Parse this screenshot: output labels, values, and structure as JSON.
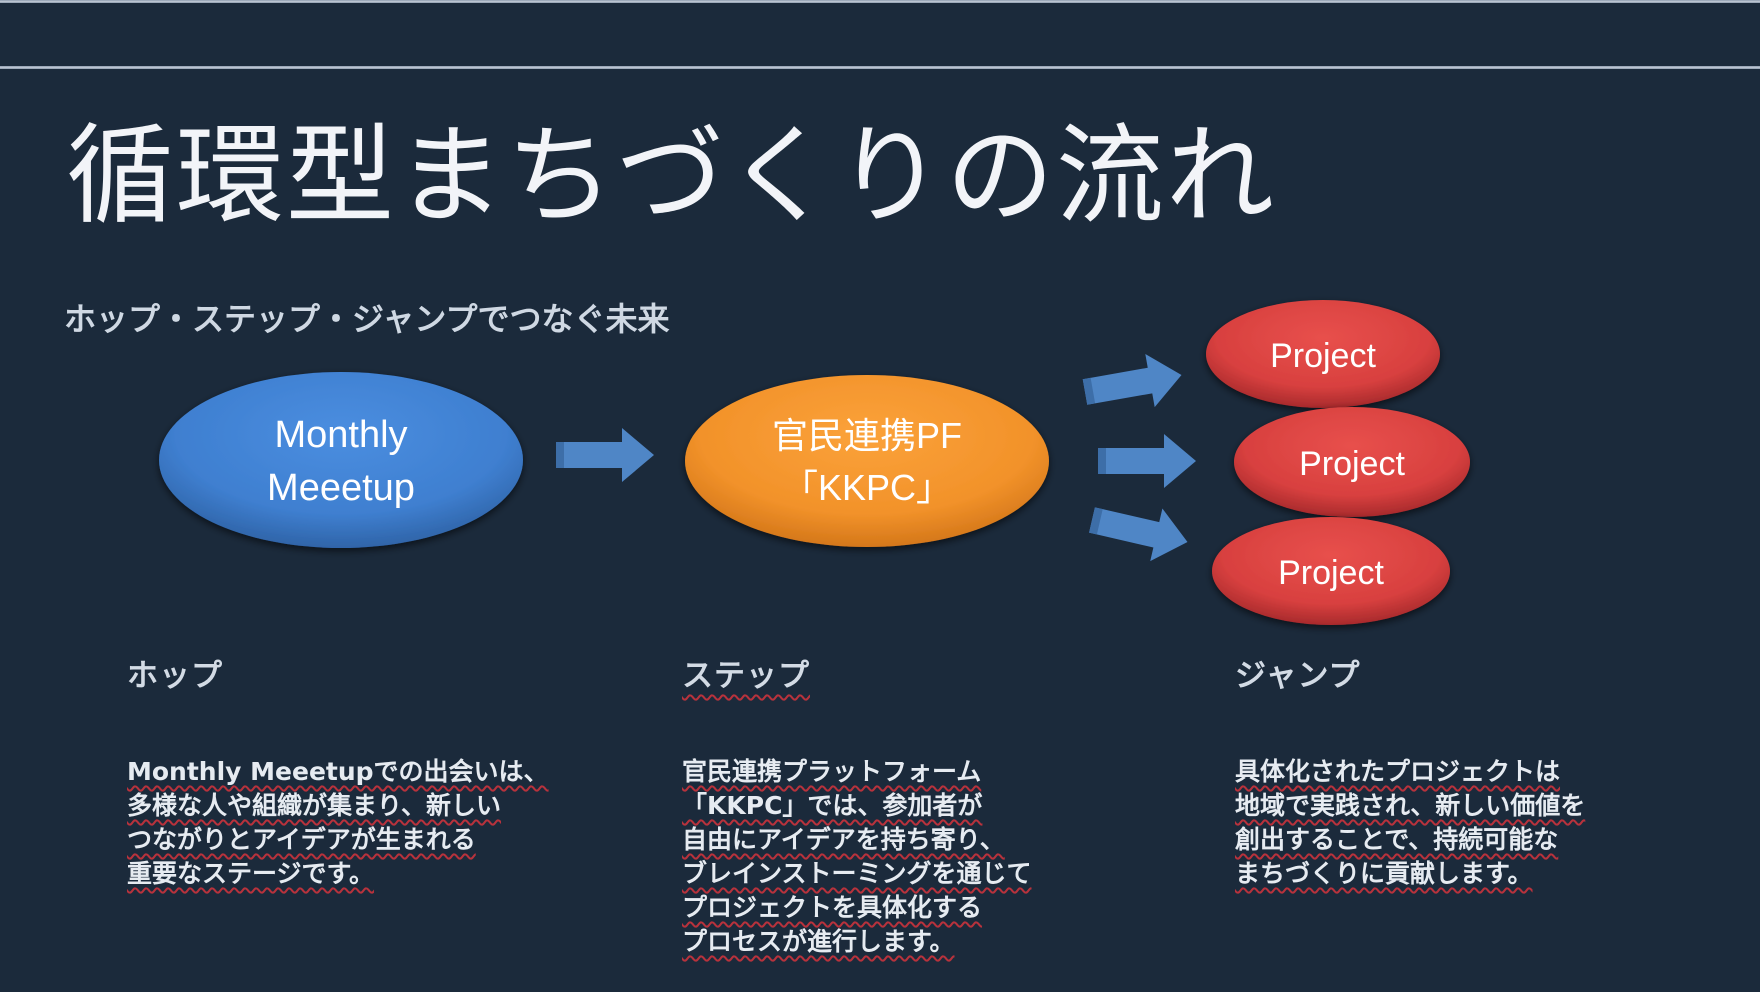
{
  "slide": {
    "title": "循環型まちづくりの流れ",
    "subtitle": "ホップ・ステップ・ジャンプでつなぐ未来"
  },
  "colors": {
    "background": "#1b2a3b",
    "hop_node": "#3f7fd0",
    "step_node": "#f2922a",
    "project_node": "#d8403f",
    "arrow": "#4f86c6",
    "spellcheck_underline": "#b8323c"
  },
  "diagram": {
    "hop_node": {
      "lines": [
        "Monthly",
        "Meeetup"
      ]
    },
    "step_node": {
      "lines": [
        "官民連携PF",
        "「KKPC」"
      ]
    },
    "project_nodes": [
      {
        "label": "Project"
      },
      {
        "label": "Project"
      },
      {
        "label": "Project"
      }
    ]
  },
  "columns": [
    {
      "heading": "ホップ",
      "lines": [
        "Monthly Meeetupでの出会いは、",
        "多様な人や組織が集まり、新しい",
        "つながりとアイデアが生まれる",
        "重要なステージです。"
      ]
    },
    {
      "heading": "ステップ",
      "lines": [
        "官民連携プラットフォーム",
        "「KKPC」では、参加者が",
        "自由にアイデアを持ち寄り、",
        "ブレインストーミングを通じて",
        "プロジェクトを具体化する",
        "プロセスが進行します。"
      ]
    },
    {
      "heading": "ジャンプ",
      "lines": [
        "具体化されたプロジェクトは",
        "地域で実践され、新しい価値を",
        "創出することで、持続可能な",
        "まちづくりに貢献します。"
      ]
    }
  ]
}
